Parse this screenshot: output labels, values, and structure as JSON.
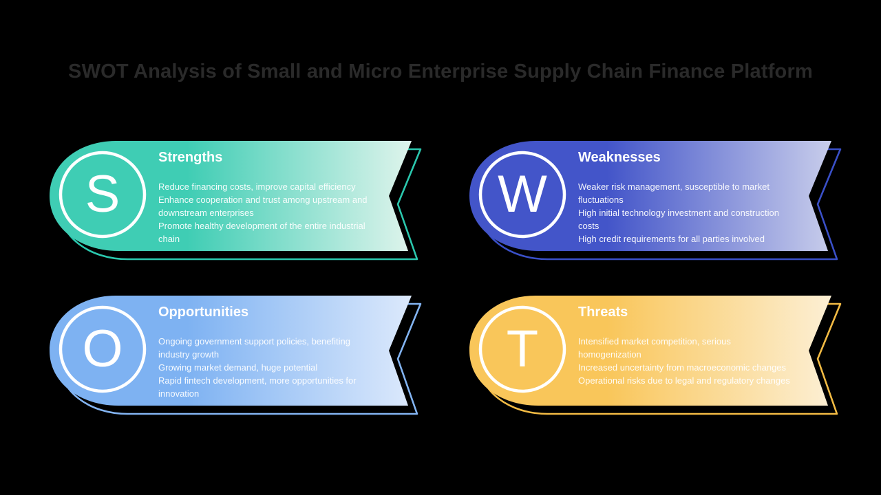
{
  "title": "SWOT Analysis of Small and Micro Enterprise Supply Chain Finance Platform",
  "title_color": "#2a2a2a",
  "background_color": "#000000",
  "quadrants": [
    {
      "key": "s",
      "letter": "S",
      "label": "Strengths",
      "color_main": "#3FCDB4",
      "color_light": "#DFF4EC",
      "color_stroke": "#2BC8AE",
      "points": [
        "Reduce financing costs, improve capital efficiency",
        "Enhance cooperation and trust among upstream and\ndownstream enterprises",
        "Promote healthy development of the entire industrial\nchain"
      ]
    },
    {
      "key": "w",
      "letter": "W",
      "label": "Weaknesses",
      "color_main": "#4355C9",
      "color_light": "#C8CDEB",
      "color_stroke": "#3A50C8",
      "points": [
        "Weaker risk management, susceptible to market\nfluctuations",
        "High initial technology investment and construction\ncosts",
        "High credit requirements for all parties involved"
      ]
    },
    {
      "key": "o",
      "letter": "O",
      "label": "Opportunities",
      "color_main": "#7EB2F2",
      "color_light": "#DCE9FC",
      "color_stroke": "#83B4F2",
      "points": [
        "Ongoing government support policies, benefiting\nindustry growth",
        "Growing market demand, huge potential",
        "Rapid fintech development, more opportunities for\ninnovation"
      ]
    },
    {
      "key": "t",
      "letter": "T",
      "label": "Threats",
      "color_main": "#F9C65A",
      "color_light": "#FCEFD4",
      "color_stroke": "#F3BB44",
      "points": [
        "Intensified market competition, serious\nhomogenization",
        "Increased uncertainty from macroeconomic changes",
        "Operational risks due to legal and regulatory changes"
      ]
    }
  ]
}
